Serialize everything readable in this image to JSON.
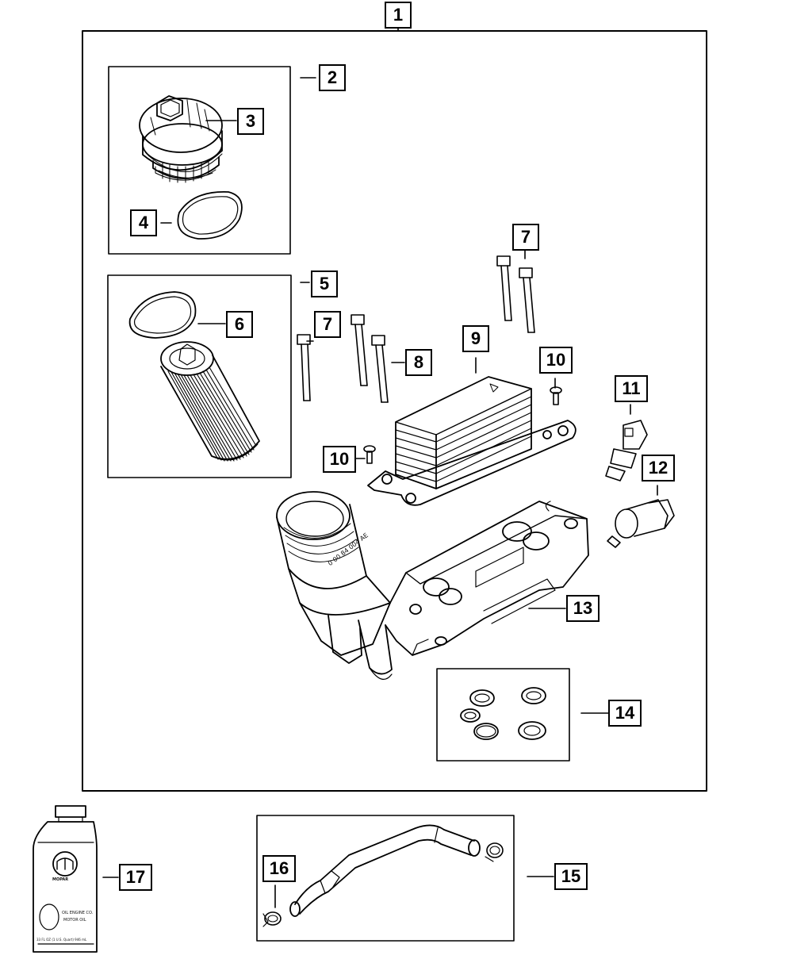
{
  "callouts": {
    "c1": "1",
    "c2": "2",
    "c3": "3",
    "c4": "4",
    "c5": "5",
    "c6": "6",
    "c7a": "7",
    "c7b": "7",
    "c8": "8",
    "c9": "9",
    "c10a": "10",
    "c10b": "10",
    "c11": "11",
    "c12": "12",
    "c13": "13",
    "c14": "14",
    "c15": "15",
    "c16": "16",
    "c17": "17"
  },
  "bottle_label": {
    "brand": "MOPAR",
    "line1": "OIL ENGINE CO.",
    "line2": "MOTOR OIL",
    "volume": "33 FL OZ (1 U.S. Quart) 946 mL"
  },
  "housing_marking": "0 00 84 004 AE",
  "colors": {
    "line": "#000000",
    "background": "#ffffff"
  }
}
